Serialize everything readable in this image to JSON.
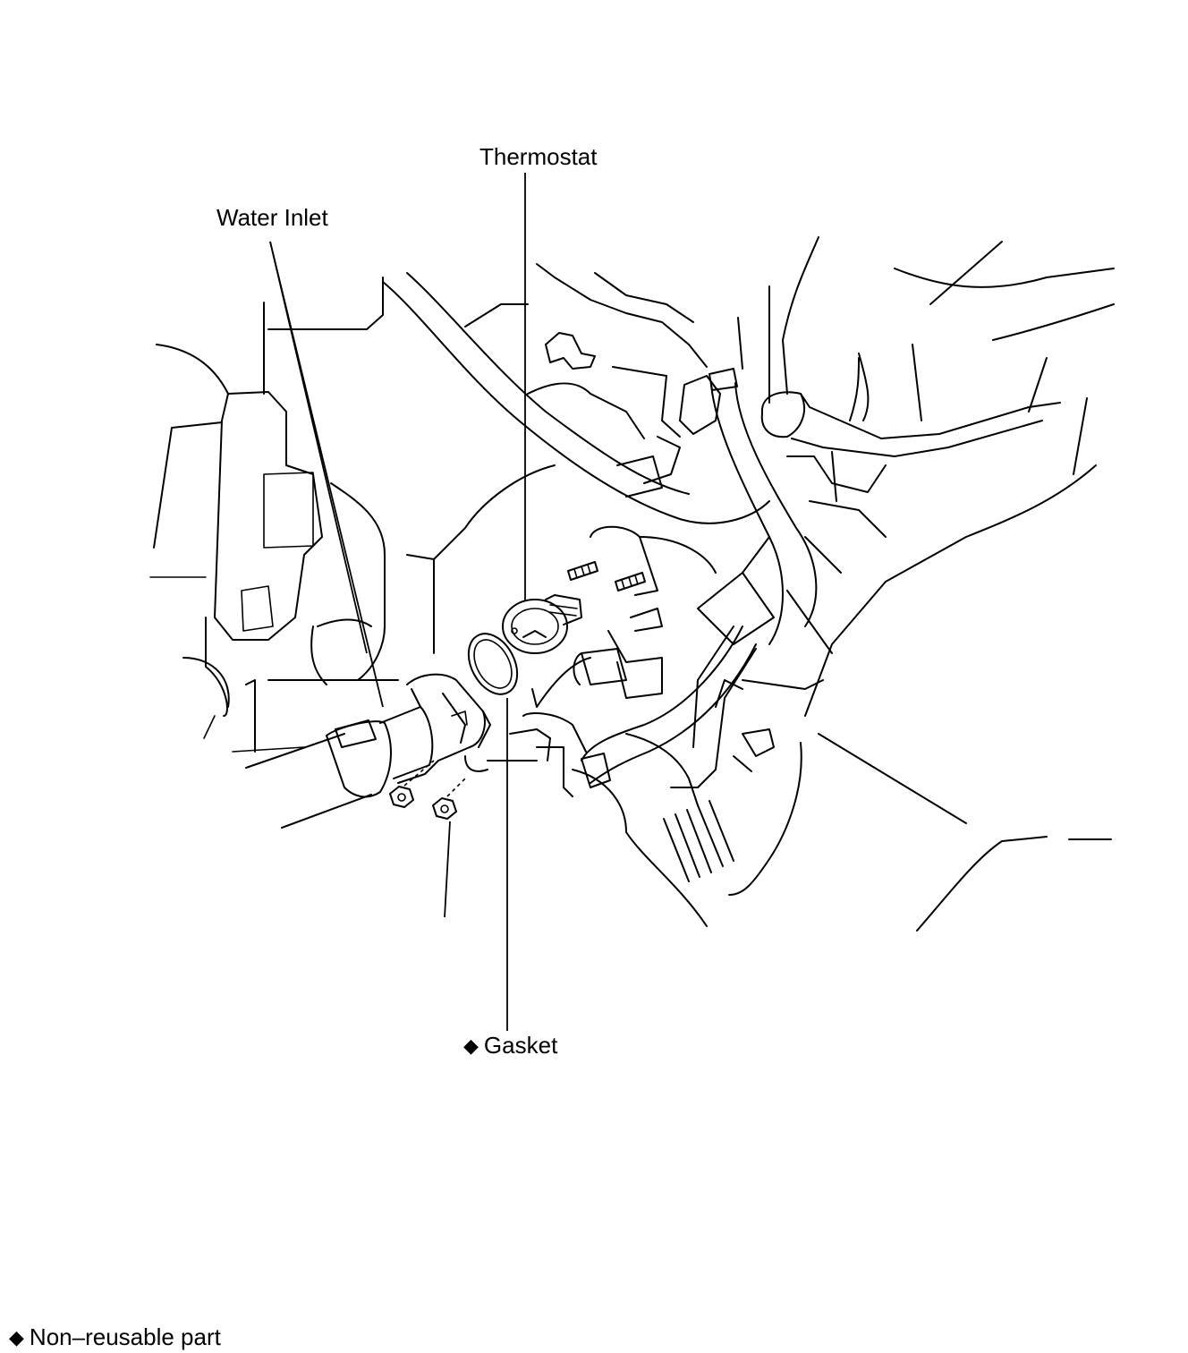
{
  "labels": {
    "thermostat": "Thermostat",
    "water_inlet": "Water Inlet",
    "gasket": "Gasket",
    "legend": "Non–reusable part"
  },
  "symbols": {
    "non_reusable_marker": "◆"
  }
}
